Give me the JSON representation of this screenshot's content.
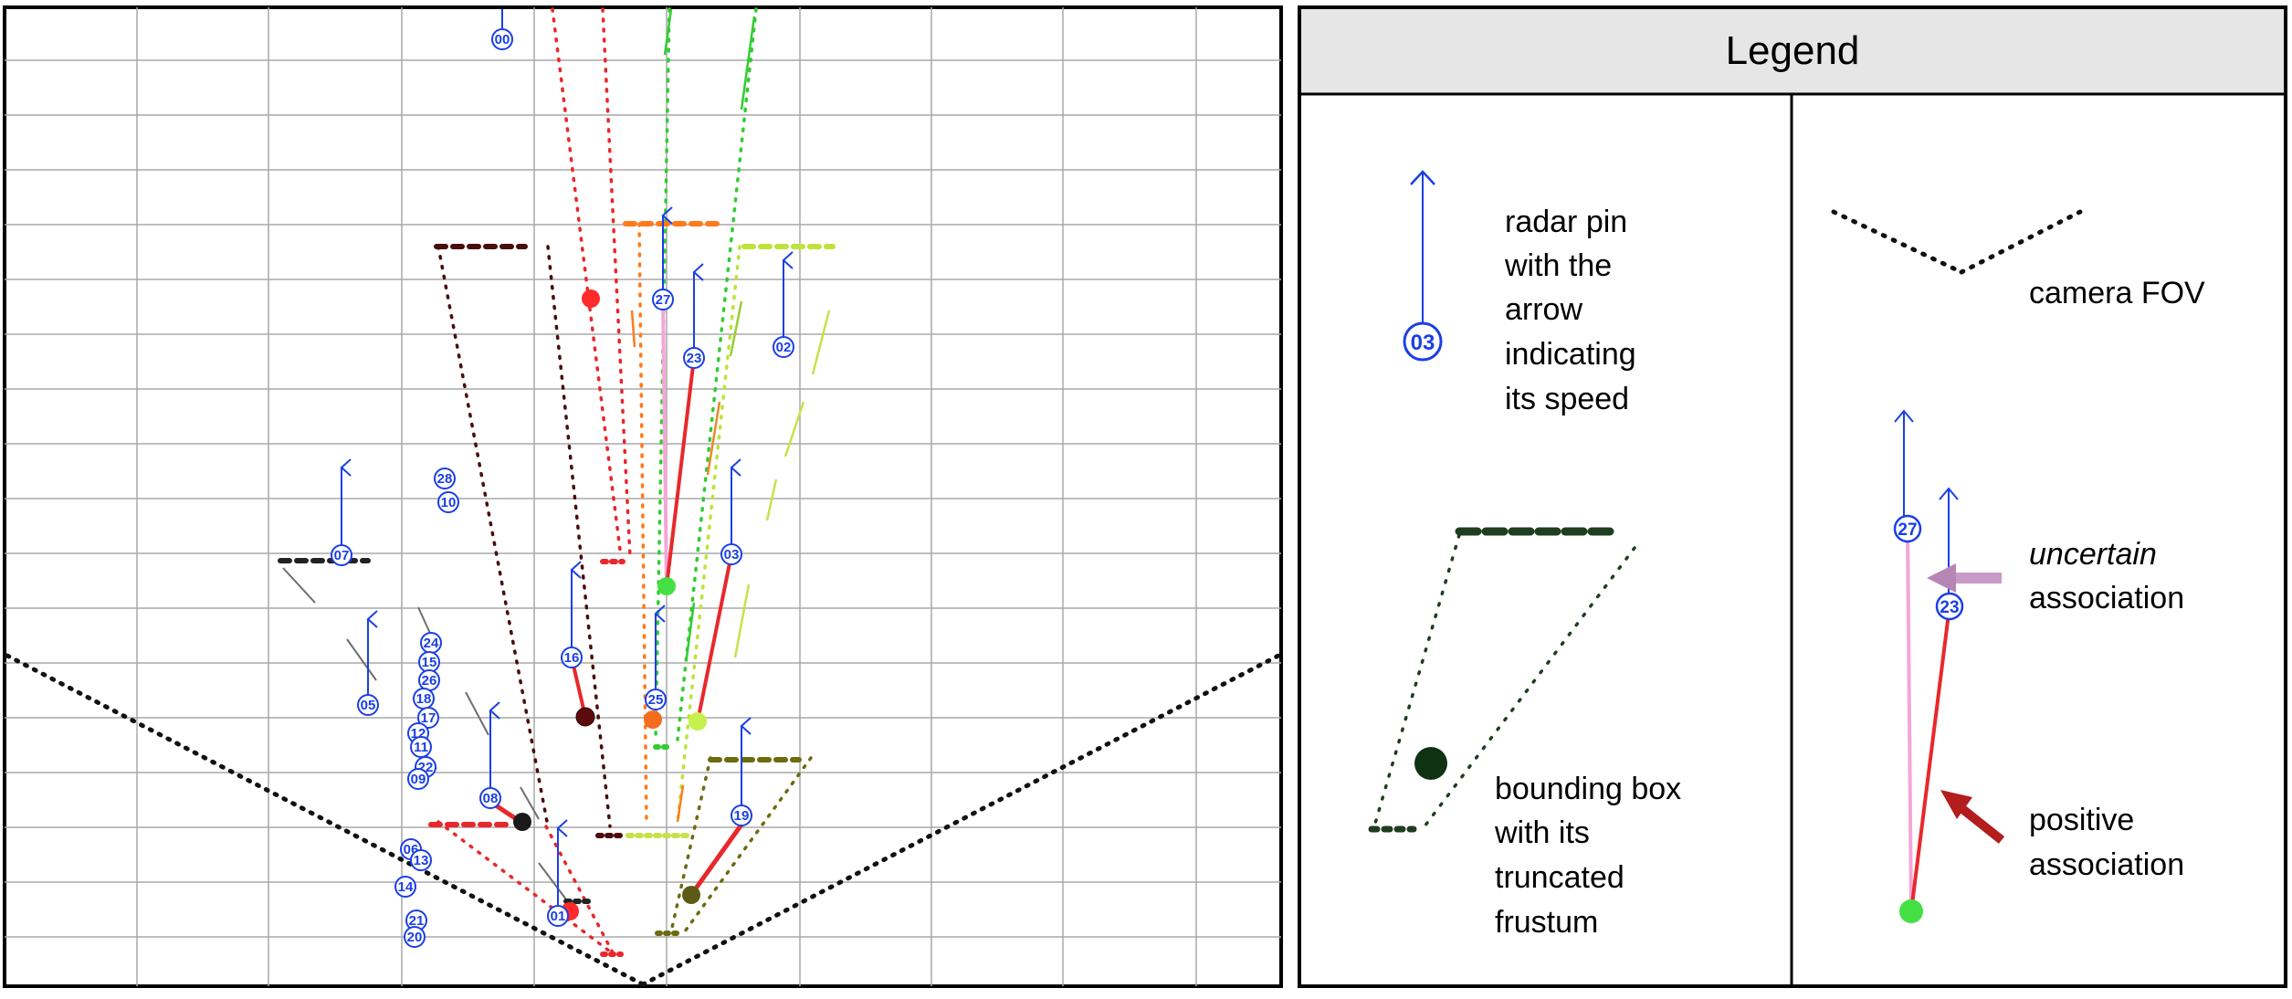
{
  "radar_pins": [
    "00",
    "27",
    "23",
    "02",
    "28",
    "10",
    "07",
    "03",
    "24",
    "15",
    "26",
    "18",
    "17",
    "16",
    "25",
    "05",
    "12",
    "11",
    "22",
    "09",
    "08",
    "19",
    "06",
    "13",
    "14",
    "01",
    "21",
    "20"
  ],
  "legend": {
    "title": "Legend",
    "pin_number": "03",
    "radar_pin_lines": [
      "radar pin",
      "with the",
      "arrow",
      "indicating",
      "its speed"
    ],
    "bbox_lines": [
      "bounding box",
      "with its",
      "truncated",
      "frustum"
    ],
    "camera_fov": "camera FOV",
    "assoc_pin_a": "27",
    "assoc_pin_b": "23",
    "uncertain_word": "uncertain",
    "association_word": "association",
    "positive_word": "positive",
    "association_word_2": "association"
  },
  "colors": {
    "pin_blue": "#1a3fe6",
    "positive": "#e8282b",
    "uncertain": "#f4a6d7",
    "fov": "#111111",
    "grid": "#a9a9a9",
    "legend_header": "#e6e6e6"
  }
}
